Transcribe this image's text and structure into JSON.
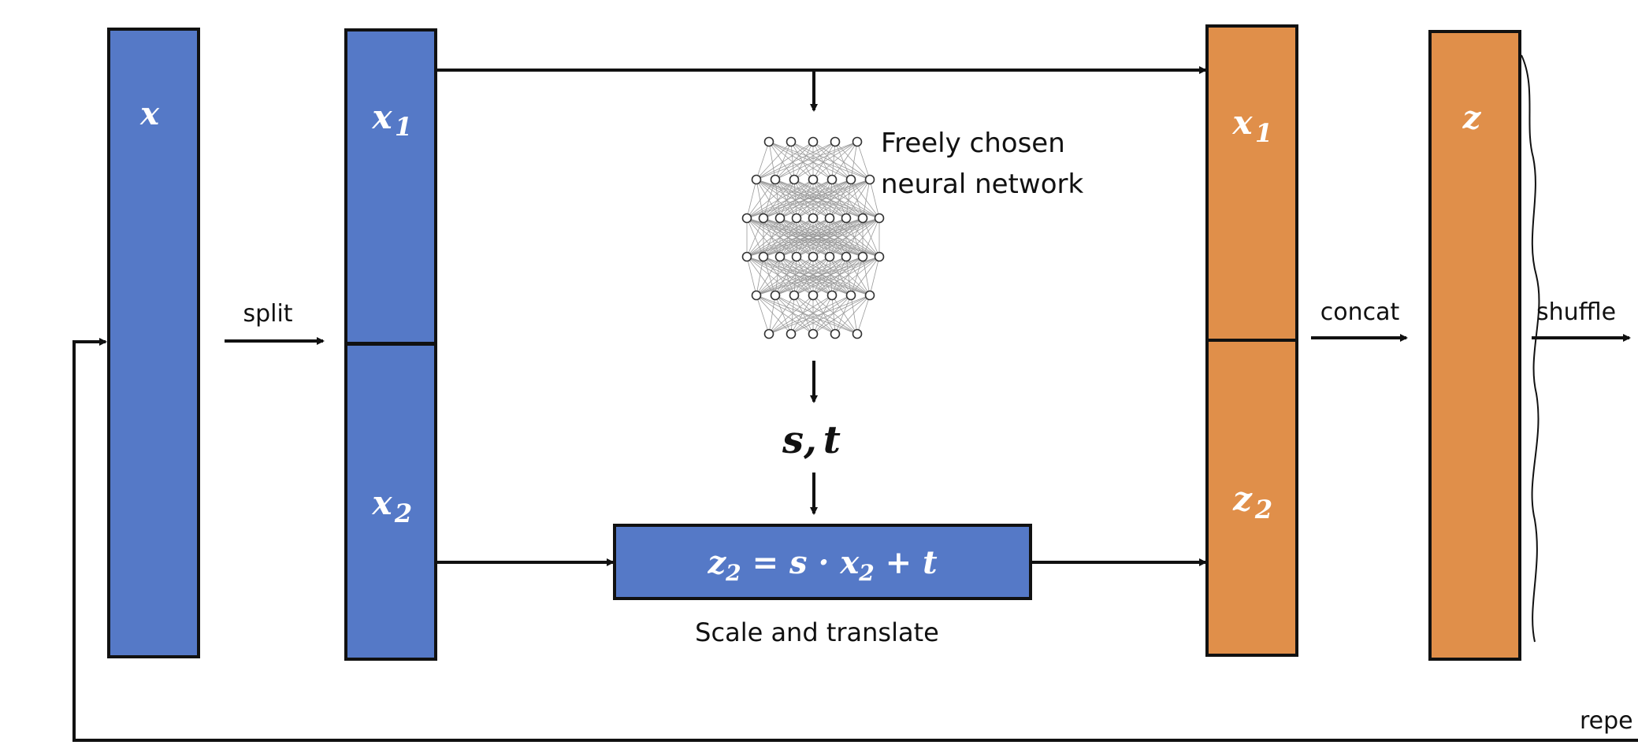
{
  "colors": {
    "input_block": "#5579c7",
    "output_block": "#e08f4a",
    "line": "#111111"
  },
  "blocks": {
    "x": {
      "symbol": "x"
    },
    "x1_in": {
      "symbol": "x",
      "subscript": "1"
    },
    "x2_in": {
      "symbol": "x",
      "subscript": "2"
    },
    "x1_out": {
      "symbol": "x",
      "subscript": "1"
    },
    "z2_out": {
      "symbol": "z",
      "subscript": "2"
    },
    "z": {
      "symbol": "z"
    }
  },
  "network": {
    "label_line1": "Freely chosen",
    "label_line2": "neural network",
    "icon": "neural-network-icon"
  },
  "params": {
    "s": "s",
    "sep": ",",
    "t": "t"
  },
  "transform": {
    "lhs": "z",
    "lhs_sub": "2",
    "eq": " = ",
    "s": "s",
    "dot": " · ",
    "x": "x",
    "x_sub": "2",
    "plus": " + ",
    "t": "t",
    "caption": "Scale and translate"
  },
  "arrows": {
    "split": "split",
    "concat": "concat",
    "shuffle": "shuffle",
    "repeat": "repe"
  }
}
